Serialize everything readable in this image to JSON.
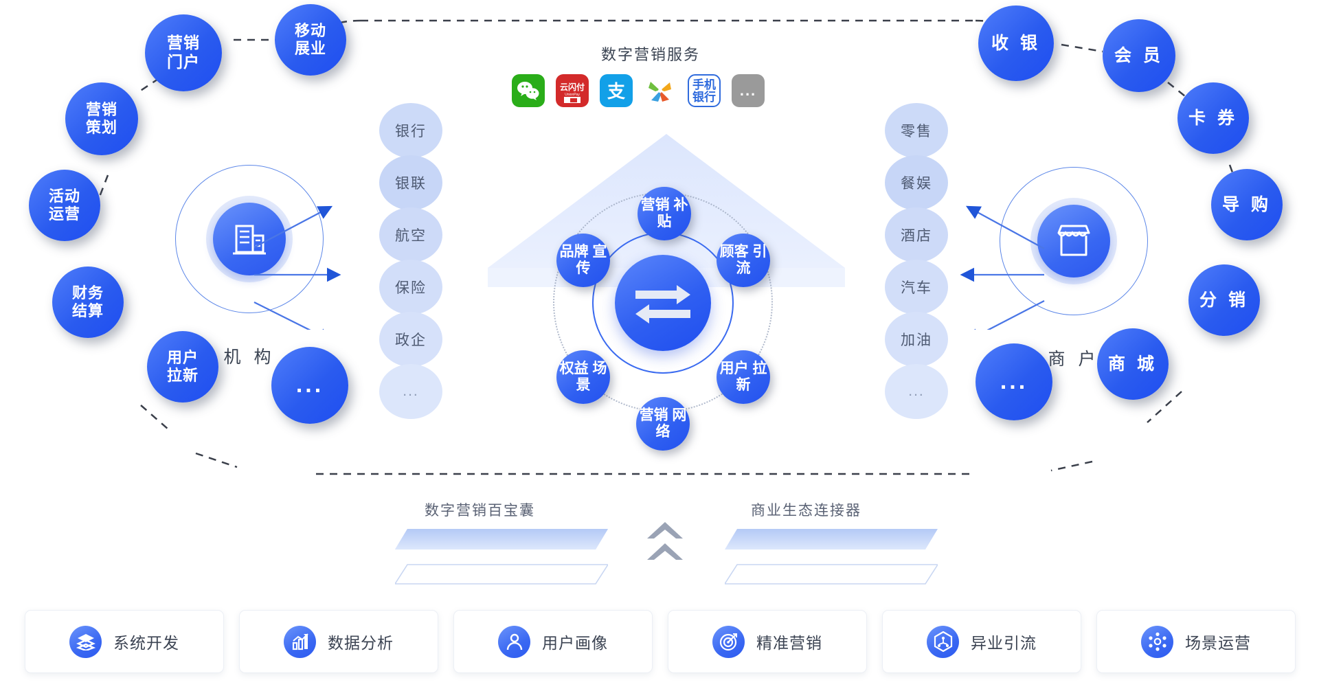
{
  "center": {
    "service_title": "数字营销服务",
    "payment_icons": [
      {
        "name": "wechat-pay-icon",
        "label": "微信"
      },
      {
        "name": "unionpay-cloud-quickpass-icon",
        "label": "云闪付"
      },
      {
        "name": "alipay-icon",
        "label": "支"
      },
      {
        "name": "bank-pinwheel-icon",
        "label": ""
      },
      {
        "name": "mobile-bank-icon",
        "label": "手机\n银行"
      },
      {
        "name": "more-icon",
        "label": "..."
      }
    ],
    "mobile_bank_line1": "手机",
    "mobile_bank_line2": "银行",
    "more_label": "...",
    "hub_satellites": [
      {
        "line1": "营销",
        "line2": "补贴"
      },
      {
        "line1": "顾客",
        "line2": "引流"
      },
      {
        "line1": "用户",
        "line2": "拉新"
      },
      {
        "line1": "营销",
        "line2": "网络"
      },
      {
        "line1": "权益",
        "line2": "场景"
      },
      {
        "line1": "品牌",
        "line2": "宣传"
      }
    ],
    "hub_icon": "exchange-arrows-icon"
  },
  "left_role": {
    "label": "机 构",
    "icon": "building-icon",
    "categories": [
      "银行",
      "银联",
      "航空",
      "保险",
      "政企",
      "..."
    ]
  },
  "right_role": {
    "label": "商 户",
    "icon": "storefront-icon",
    "categories": [
      "零售",
      "餐娱",
      "酒店",
      "汽车",
      "加油",
      "..."
    ]
  },
  "left_ecosystem": [
    {
      "line1": "营销",
      "line2": "门户"
    },
    {
      "line1": "移动",
      "line2": "展业"
    },
    {
      "line1": "营销",
      "line2": "策划"
    },
    {
      "line1": "活动",
      "line2": "运营"
    },
    {
      "line1": "财务",
      "line2": "结算"
    },
    {
      "line1": "用户",
      "line2": "拉新"
    },
    {
      "line1": "...",
      "line2": ""
    }
  ],
  "right_ecosystem": [
    {
      "line1": "收 银",
      "line2": ""
    },
    {
      "line1": "会 员",
      "line2": ""
    },
    {
      "line1": "卡 券",
      "line2": ""
    },
    {
      "line1": "导 购",
      "line2": ""
    },
    {
      "line1": "分 销",
      "line2": ""
    },
    {
      "line1": "商 城",
      "line2": ""
    },
    {
      "line1": "...",
      "line2": ""
    }
  ],
  "platforms": [
    {
      "label": "数字营销百宝囊"
    },
    {
      "label": "商业生态连接器"
    }
  ],
  "bottom_cards": [
    {
      "label": "系统开发",
      "icon": "layers-icon"
    },
    {
      "label": "数据分析",
      "icon": "bar-chart-icon"
    },
    {
      "label": "用户画像",
      "icon": "user-profile-icon"
    },
    {
      "label": "精准营销",
      "icon": "target-icon"
    },
    {
      "label": "异业引流",
      "icon": "network-hex-icon"
    },
    {
      "label": "场景运营",
      "icon": "scene-nodes-icon"
    }
  ],
  "colors": {
    "primary_blue": "#2a5bef",
    "light_blue": "#dde6fd",
    "pill_blue": "#c9d8f7",
    "text_dark": "#3a4352",
    "text_muted": "#5a6274"
  }
}
